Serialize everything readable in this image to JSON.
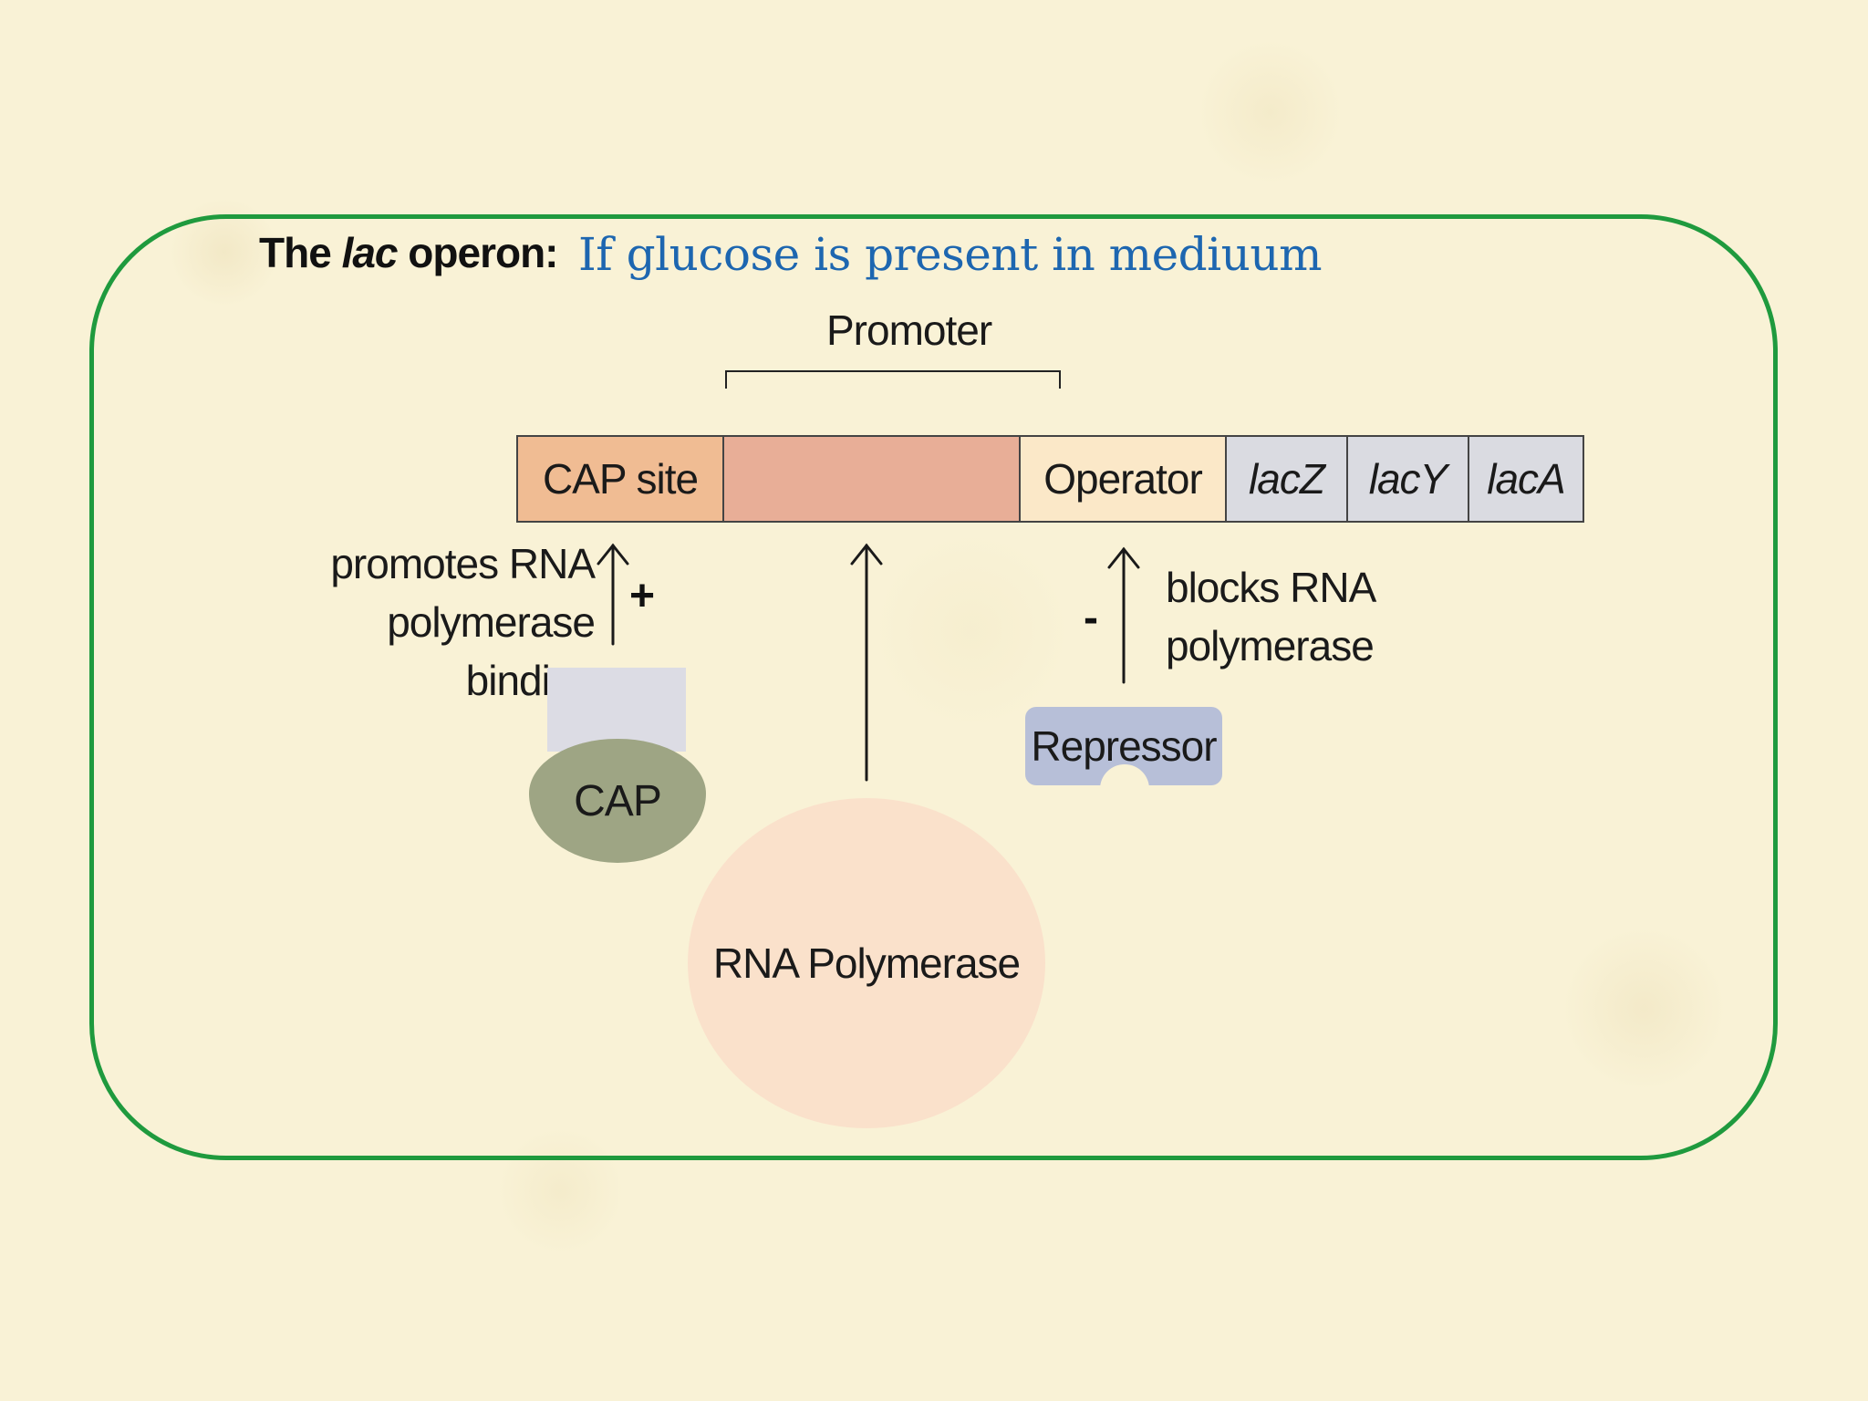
{
  "title": {
    "prefix": "The",
    "italic": "lac",
    "suffix": "operon:"
  },
  "subtitle": "If glucose is present in mediuum",
  "promoter_label": "Promoter",
  "dna_segments": {
    "cap_site": "CAP site",
    "promoter_core": "",
    "operator": "Operator",
    "lacZ": "lacZ",
    "lacY": "lacY",
    "lacA": "lacA"
  },
  "cap_effect": {
    "line1": "promotes RNA",
    "line2": "polymerase binding",
    "sign": "+"
  },
  "repressor_effect": {
    "line1": "blocks RNA",
    "line2": "polymerase",
    "sign": "-"
  },
  "proteins": {
    "cap": "CAP",
    "rna_polymerase": "RNA Polymerase",
    "repressor": "Repressor"
  },
  "colors": {
    "background": "#f9f2d6",
    "frame": "#1f9a3e",
    "subtitle": "#1d66b0",
    "cap_site": "#f0bc93",
    "promoter": "#e8ae97",
    "operator": "#fbe8c8",
    "genes": "#dadbe1",
    "cap_protein": "#9ea584",
    "rna_polymerase": "#fae1cb",
    "repressor": "#b7bfd8"
  }
}
